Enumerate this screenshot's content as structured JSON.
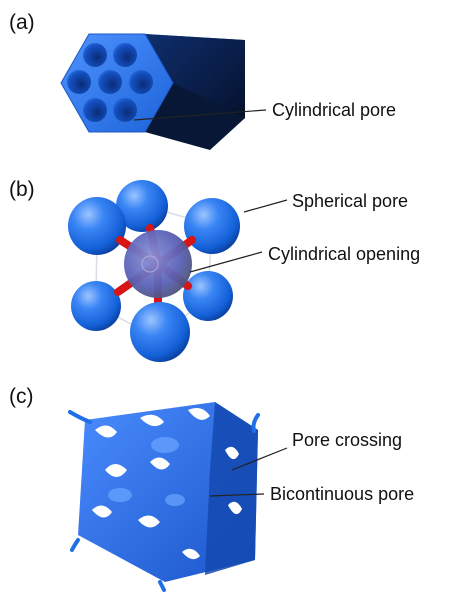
{
  "panels": [
    {
      "letter": "(a)",
      "callouts": [
        {
          "text": "Cylindrical pore"
        }
      ]
    },
    {
      "letter": "(b)",
      "callouts": [
        {
          "text": "Spherical pore"
        },
        {
          "text": "Cylindrical opening"
        }
      ]
    },
    {
      "letter": "(c)",
      "callouts": [
        {
          "text": "Pore crossing"
        },
        {
          "text": "Bicontinuous pore"
        }
      ]
    }
  ],
  "colors": {
    "pore_blue": "#1e6fe8",
    "pore_blue_dark": "#0b2a66",
    "opening_red": "#d81414",
    "center_sphere": "#5f6ec9",
    "leader_line": "#222222"
  }
}
